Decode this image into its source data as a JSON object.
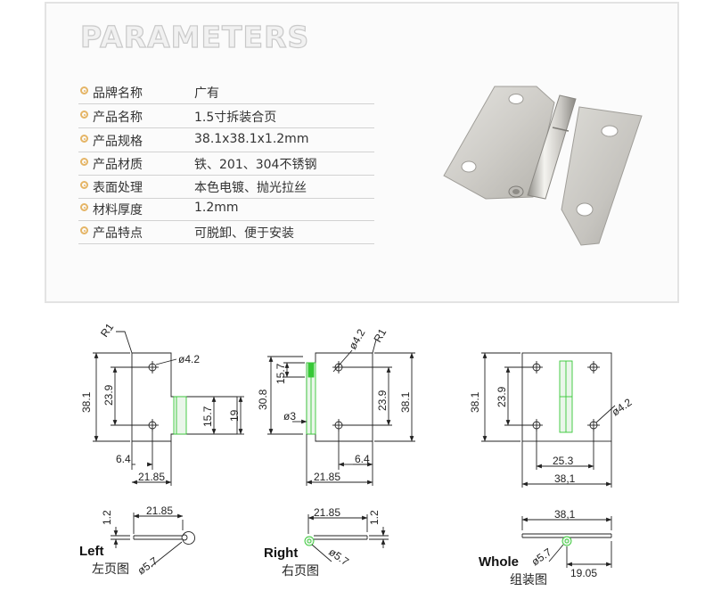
{
  "title": "PARAMETERS",
  "params": [
    {
      "label": "品牌名称",
      "value": "广有"
    },
    {
      "label": "产品名称",
      "value": "1.5寸拆装合页"
    },
    {
      "label": "产品规格",
      "value": "38.1x38.1x1.2mm"
    },
    {
      "label": "产品材质",
      "value": "铁、201、304不锈钢"
    },
    {
      "label": "表面处理",
      "value": "本色电镀、抛光拉丝"
    },
    {
      "label": "材料厚度",
      "value": "1.2mm"
    },
    {
      "label": "产品特点",
      "value": "可脱卸、便于安装"
    }
  ],
  "left_view": {
    "r": "R1",
    "hole": "ø4.2",
    "height": "38.1",
    "hole_span": "23.9",
    "leaf_h": "15.7",
    "knuckle_h": "19",
    "edge": "6.4",
    "width": "21.85"
  },
  "right_view": {
    "hole": "ø4.2",
    "r": "R1",
    "knuckle_len": "15.7",
    "overall": "30.8",
    "pin": "ø3",
    "hole_span": "23.9",
    "height": "38.1",
    "edge": "6.4",
    "width": "21.85"
  },
  "whole_view": {
    "height": "38.1",
    "hole_span": "23.9",
    "hole": "ø4.2",
    "hole_dist": "25.3",
    "width": "38,1"
  },
  "bottom_left": {
    "thick": "1.2",
    "width": "21.85",
    "knuckle": "ø5.7",
    "caption_en": "Left",
    "caption_cn": "左页图"
  },
  "bottom_right": {
    "thick": "1.2",
    "width": "21.85",
    "knuckle": "ø5.7",
    "caption_en": "Right",
    "caption_cn": "右页图"
  },
  "bottom_whole": {
    "width": "38,1",
    "knuckle": "ø5.7",
    "offset": "19.05",
    "caption_en": "Whole",
    "caption_cn": "组装图"
  },
  "colors": {
    "line": "#222222",
    "knuckle": "#37c837",
    "bullet": "#e5b566"
  }
}
